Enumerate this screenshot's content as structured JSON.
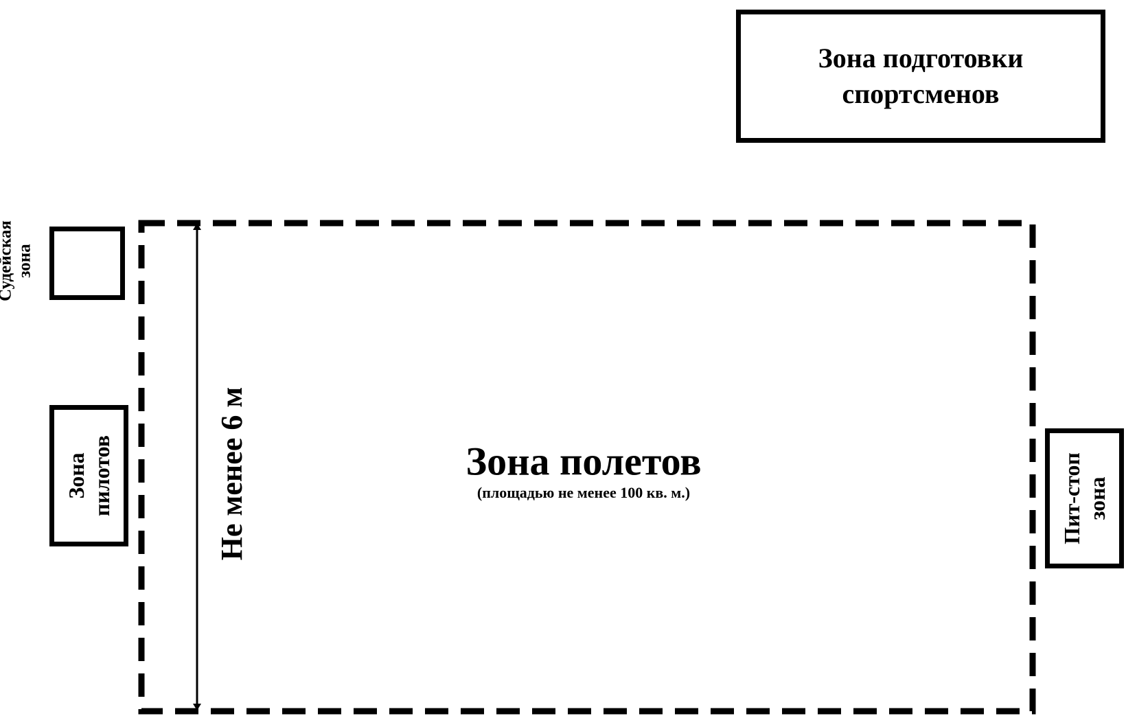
{
  "prep_zone": {
    "label_line1": "Зона подготовки",
    "label_line2": "спортсменов"
  },
  "judge_zone": {
    "label_line1": "Судейская",
    "label_line2": "зона"
  },
  "pilot_zone": {
    "label_line1": "Зона",
    "label_line2": "пилотов"
  },
  "pitstop_zone": {
    "label_line1": "Пит-стоп",
    "label_line2": "зона"
  },
  "flight_zone": {
    "title": "Зона полетов",
    "subtitle": "(площадью не менее 100 кв. м.)",
    "border_style": "dashed"
  },
  "dimension": {
    "label": "Не менее 6 м"
  },
  "colors": {
    "stroke": "#000000",
    "background": "#ffffff"
  }
}
